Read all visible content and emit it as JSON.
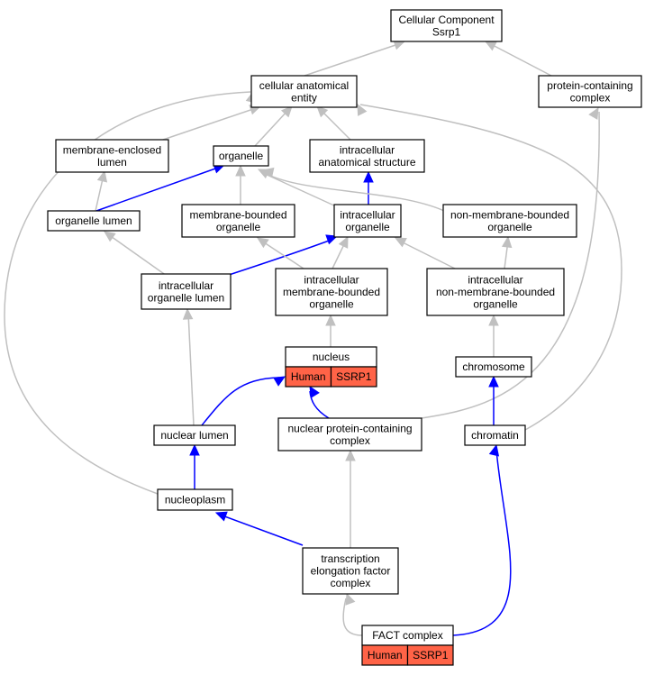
{
  "colors": {
    "is_a_edge": "#c0c0c0",
    "part_of_edge": "#0000ff",
    "species_cell": "#ff6347",
    "node_border": "#000000",
    "node_fill": "#ffffff"
  },
  "nodes": {
    "cellular_component": {
      "lines": [
        "Cellular Component",
        "Ssrp1"
      ]
    },
    "cellular_anatomical_entity": {
      "lines": [
        "cellular anatomical",
        "entity"
      ]
    },
    "protein_containing_complex": {
      "lines": [
        "protein-containing",
        "complex"
      ]
    },
    "membrane_enclosed_lumen": {
      "lines": [
        "membrane-enclosed",
        "lumen"
      ]
    },
    "organelle": {
      "lines": [
        "organelle"
      ]
    },
    "intracellular_anatomical_structure": {
      "lines": [
        "intracellular",
        "anatomical structure"
      ]
    },
    "organelle_lumen": {
      "lines": [
        "organelle lumen"
      ]
    },
    "membrane_bounded_organelle": {
      "lines": [
        "membrane-bounded",
        "organelle"
      ]
    },
    "intracellular_organelle": {
      "lines": [
        "intracellular",
        "organelle"
      ]
    },
    "non_membrane_bounded_organelle": {
      "lines": [
        "non-membrane-bounded",
        "organelle"
      ]
    },
    "intracellular_organelle_lumen": {
      "lines": [
        "intracellular",
        "organelle lumen"
      ]
    },
    "intracellular_membrane_bounded_organelle": {
      "lines": [
        "intracellular",
        "membrane-bounded",
        "organelle"
      ]
    },
    "intracellular_non_membrane_bounded_organelle": {
      "lines": [
        "intracellular",
        "non-membrane-bounded",
        "organelle"
      ]
    },
    "nucleus": {
      "lines": [
        "nucleus"
      ],
      "annotations": [
        "Human",
        "SSRP1"
      ]
    },
    "chromosome": {
      "lines": [
        "chromosome"
      ]
    },
    "nuclear_lumen": {
      "lines": [
        "nuclear lumen"
      ]
    },
    "nuclear_protein_containing_complex": {
      "lines": [
        "nuclear protein-containing",
        "complex"
      ]
    },
    "chromatin": {
      "lines": [
        "chromatin"
      ]
    },
    "nucleoplasm": {
      "lines": [
        "nucleoplasm"
      ]
    },
    "transcription_elongation_factor_complex": {
      "lines": [
        "transcription",
        "elongation factor",
        "complex"
      ]
    },
    "fact_complex": {
      "lines": [
        "FACT complex"
      ],
      "annotations": [
        "Human",
        "SSRP1"
      ]
    }
  },
  "edges": [
    {
      "from": "cellular_anatomical_entity",
      "to": "cellular_component",
      "kind": "is_a"
    },
    {
      "from": "protein_containing_complex",
      "to": "cellular_component",
      "kind": "is_a"
    },
    {
      "from": "membrane_enclosed_lumen",
      "to": "cellular_anatomical_entity",
      "kind": "is_a"
    },
    {
      "from": "organelle",
      "to": "cellular_anatomical_entity",
      "kind": "is_a"
    },
    {
      "from": "intracellular_anatomical_structure",
      "to": "cellular_anatomical_entity",
      "kind": "is_a"
    },
    {
      "from": "organelle_lumen",
      "to": "membrane_enclosed_lumen",
      "kind": "is_a"
    },
    {
      "from": "organelle_lumen",
      "to": "organelle",
      "kind": "part_of"
    },
    {
      "from": "membrane_bounded_organelle",
      "to": "organelle",
      "kind": "is_a"
    },
    {
      "from": "intracellular_organelle",
      "to": "organelle",
      "kind": "is_a"
    },
    {
      "from": "intracellular_organelle",
      "to": "intracellular_anatomical_structure",
      "kind": "part_of"
    },
    {
      "from": "non_membrane_bounded_organelle",
      "to": "organelle",
      "kind": "is_a"
    },
    {
      "from": "intracellular_organelle_lumen",
      "to": "organelle_lumen",
      "kind": "is_a"
    },
    {
      "from": "intracellular_organelle_lumen",
      "to": "intracellular_organelle",
      "kind": "part_of"
    },
    {
      "from": "intracellular_membrane_bounded_organelle",
      "to": "membrane_bounded_organelle",
      "kind": "is_a"
    },
    {
      "from": "intracellular_membrane_bounded_organelle",
      "to": "intracellular_organelle",
      "kind": "is_a"
    },
    {
      "from": "intracellular_non_membrane_bounded_organelle",
      "to": "intracellular_organelle",
      "kind": "is_a"
    },
    {
      "from": "intracellular_non_membrane_bounded_organelle",
      "to": "non_membrane_bounded_organelle",
      "kind": "is_a"
    },
    {
      "from": "nucleus",
      "to": "intracellular_membrane_bounded_organelle",
      "kind": "is_a"
    },
    {
      "from": "chromosome",
      "to": "intracellular_non_membrane_bounded_organelle",
      "kind": "is_a"
    },
    {
      "from": "nuclear_lumen",
      "to": "intracellular_organelle_lumen",
      "kind": "is_a"
    },
    {
      "from": "nuclear_lumen",
      "to": "nucleus",
      "kind": "part_of"
    },
    {
      "from": "nuclear_protein_containing_complex",
      "to": "nucleus",
      "kind": "part_of"
    },
    {
      "from": "nuclear_protein_containing_complex",
      "to": "protein_containing_complex",
      "kind": "is_a"
    },
    {
      "from": "chromatin",
      "to": "chromosome",
      "kind": "part_of"
    },
    {
      "from": "chromatin",
      "to": "cellular_anatomical_entity",
      "kind": "is_a"
    },
    {
      "from": "nucleoplasm",
      "to": "nuclear_lumen",
      "kind": "part_of"
    },
    {
      "from": "nucleoplasm",
      "to": "cellular_anatomical_entity",
      "kind": "is_a"
    },
    {
      "from": "transcription_elongation_factor_complex",
      "to": "nucleoplasm",
      "kind": "part_of"
    },
    {
      "from": "transcription_elongation_factor_complex",
      "to": "nuclear_protein_containing_complex",
      "kind": "is_a"
    },
    {
      "from": "fact_complex",
      "to": "transcription_elongation_factor_complex",
      "kind": "is_a"
    },
    {
      "from": "fact_complex",
      "to": "chromatin",
      "kind": "part_of"
    }
  ]
}
